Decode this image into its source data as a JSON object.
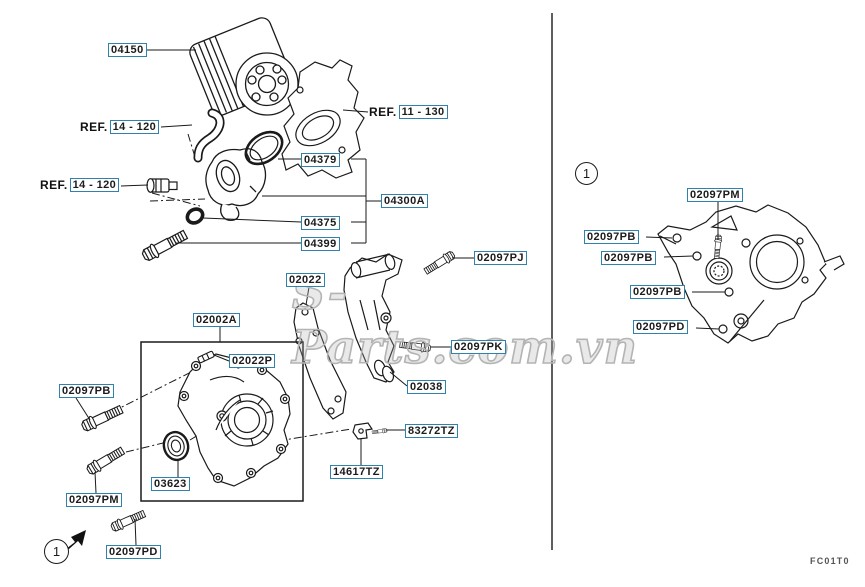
{
  "ref_prefix": "REF.",
  "view_marker": "1",
  "watermark": "S-Parts.com.vn",
  "footer_code": "FC01T0",
  "colors": {
    "label_border": "#2f82ab",
    "line_art": "#1a1a1a",
    "watermark": "#b4b4b4"
  },
  "labels": {
    "l_04150": "04150",
    "ref_14_120_a": "14 - 120",
    "ref_14_120_b": "14 - 120",
    "ref_11_130": "11 - 130",
    "l_04379": "04379",
    "l_04300a": "04300A",
    "l_04375": "04375",
    "l_04399": "04399",
    "l_02022": "02022",
    "l_02097pj": "02097PJ",
    "l_02097pk": "02097PK",
    "l_02038": "02038",
    "l_02002a": "02002A",
    "l_02022p": "02022P",
    "l_02097pb_left": "02097PB",
    "l_03623": "03623",
    "l_02097pm_left": "02097PM",
    "l_02097pd_left": "02097PD",
    "l_83272tz": "83272TZ",
    "l_14617tz": "14617TZ",
    "r_02097pm": "02097PM",
    "r_02097pb_1": "02097PB",
    "r_02097pb_2": "02097PB",
    "r_02097pb_3": "02097PB",
    "r_02097pd": "02097PD"
  }
}
